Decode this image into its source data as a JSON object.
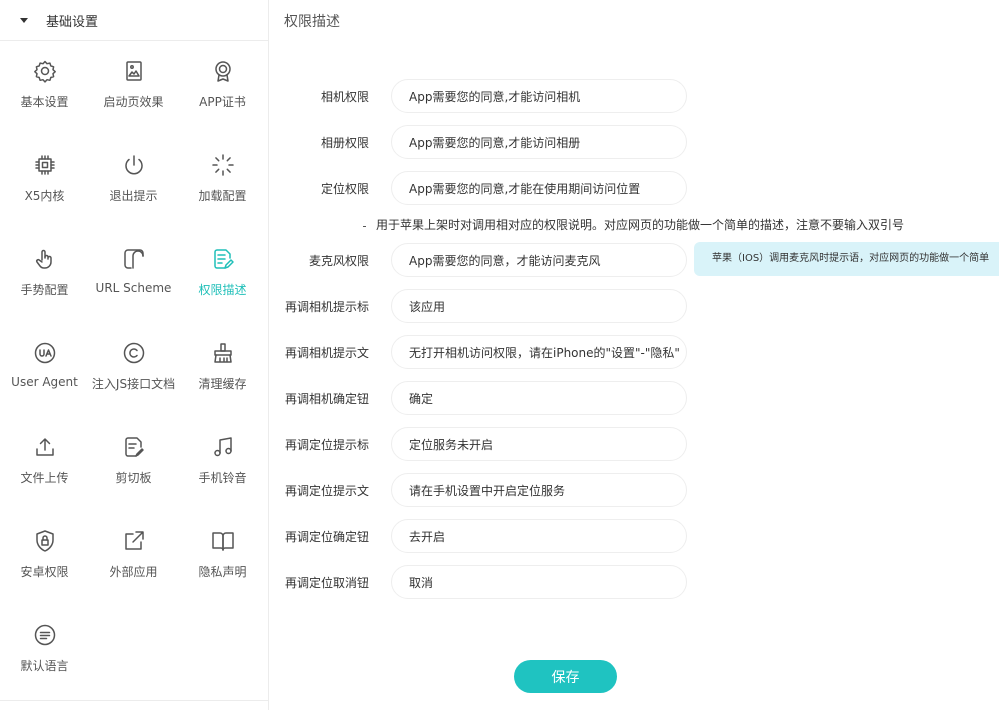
{
  "sidebar": {
    "section_title": "基础设置",
    "items": [
      {
        "label": "基本设置",
        "icon": "gear-icon"
      },
      {
        "label": "启动页效果",
        "icon": "image-icon"
      },
      {
        "label": "APP证书",
        "icon": "certificate-icon"
      },
      {
        "label": "X5内核",
        "icon": "chip-icon"
      },
      {
        "label": "退出提示",
        "icon": "power-icon"
      },
      {
        "label": "加载配置",
        "icon": "loading-icon"
      },
      {
        "label": "手势配置",
        "icon": "hand-icon"
      },
      {
        "label": "URL Scheme",
        "icon": "link-icon"
      },
      {
        "label": "权限描述",
        "icon": "edit-doc-icon",
        "active": true
      },
      {
        "label": "User Agent",
        "icon": "ua-icon"
      },
      {
        "label": "注入JS接口文档",
        "icon": "copyright-icon"
      },
      {
        "label": "清理缓存",
        "icon": "broom-icon"
      },
      {
        "label": "文件上传",
        "icon": "upload-icon"
      },
      {
        "label": "剪切板",
        "icon": "clipboard-icon"
      },
      {
        "label": "手机铃音",
        "icon": "music-icon"
      },
      {
        "label": "安卓权限",
        "icon": "lock-icon"
      },
      {
        "label": "外部应用",
        "icon": "external-icon"
      },
      {
        "label": "隐私声明",
        "icon": "book-icon"
      },
      {
        "label": "默认语言",
        "icon": "language-icon"
      }
    ]
  },
  "main": {
    "title": "权限描述",
    "note": "用于苹果上架时对调用相对应的权限说明。对应网页的功能做一个简单的描述，注意不要输入双引号",
    "tip": "苹果（IOS）调用麦克风时提示语，对应网页的功能做一个简单",
    "fields": [
      {
        "label": "相机权限",
        "value": "App需要您的同意,才能访问相机"
      },
      {
        "label": "相册权限",
        "value": "App需要您的同意,才能访问相册"
      },
      {
        "label": "定位权限",
        "value": "App需要您的同意,才能在使用期间访问位置"
      },
      {
        "label": "麦克风权限",
        "value": "App需要您的同意，才能访问麦克风"
      },
      {
        "label": "再调相机提示标",
        "value": "该应用"
      },
      {
        "label": "再调相机提示文",
        "value": "无打开相机访问权限，请在iPhone的\"设置\"-\"隐私\""
      },
      {
        "label": "再调相机确定钮",
        "value": "确定"
      },
      {
        "label": "再调定位提示标",
        "value": "定位服务未开启"
      },
      {
        "label": "再调定位提示文",
        "value": "请在手机设置中开启定位服务"
      },
      {
        "label": "再调定位确定钮",
        "value": "去开启"
      },
      {
        "label": "再调定位取消钮",
        "value": "取消"
      }
    ],
    "save_label": "保存"
  },
  "colors": {
    "accent": "#1fc3c1",
    "tip_bg": "#d9f3f9"
  }
}
